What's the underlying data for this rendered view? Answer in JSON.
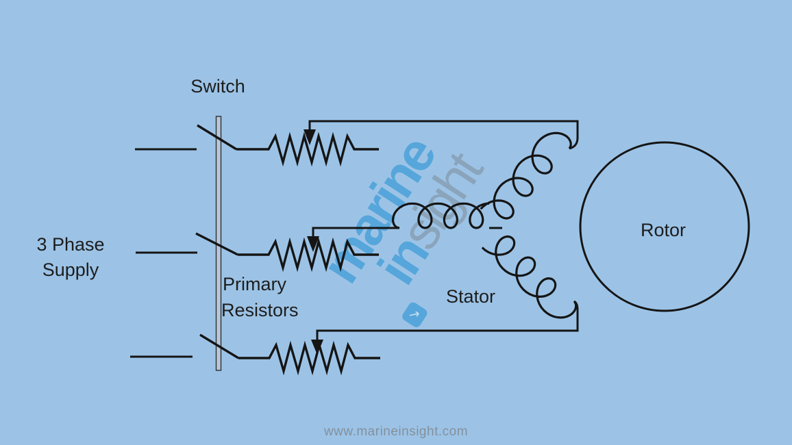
{
  "labels": {
    "switch": "Switch",
    "supply_line1": "3 Phase",
    "supply_line2": "Supply",
    "resistors_line1": "Primary",
    "resistors_line2": "Resistors",
    "stator": "Stator",
    "rotor": "Rotor"
  },
  "watermark": {
    "word1": "marine",
    "word2_bold": "in",
    "word2_light": "sight",
    "icon_name": "arrow-down-right-icon",
    "icon_glyph": "↘"
  },
  "footer": {
    "url": "www.marineinsight.com"
  },
  "colors": {
    "bg": "#9cc3e6",
    "line": "#151515",
    "bar-fill": "#b7c7d9",
    "wm-blue": "#3c9bd7",
    "wm-gray": "#7d8c99",
    "footer": "#83909c"
  }
}
